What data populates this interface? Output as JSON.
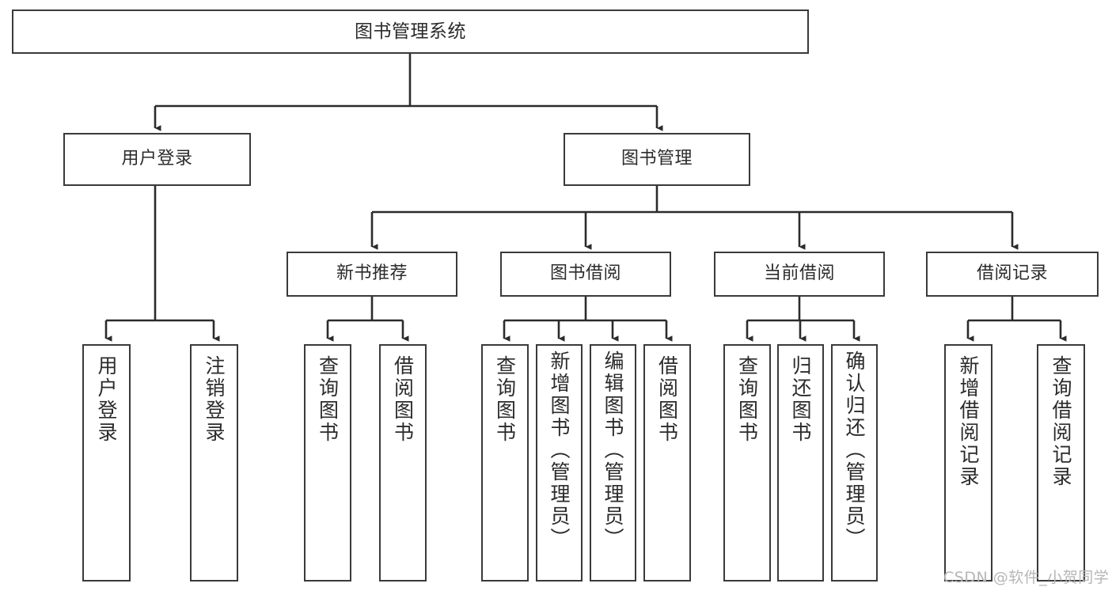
{
  "diagram": {
    "type": "tree",
    "title": "图书管理系统",
    "orientation": "top-down",
    "colors": {
      "background": "#ffffff",
      "box_border": "#3a3a3a",
      "box_fill": "#ffffff",
      "text": "#2b2b2b",
      "connector": "#2b2b2b",
      "watermark": "#b6b6b6"
    },
    "root": {
      "label": "图书管理系统"
    },
    "level2": [
      {
        "label": "用户登录"
      },
      {
        "label": "图书管理"
      }
    ],
    "level3": [
      {
        "label": "新书推荐"
      },
      {
        "label": "图书借阅"
      },
      {
        "label": "当前借阅"
      },
      {
        "label": "借阅记录"
      }
    ],
    "leaves": [
      {
        "label": "用户登录",
        "parent": "用户登录"
      },
      {
        "label": "注销登录",
        "parent": "用户登录"
      },
      {
        "label": "查询图书",
        "parent": "新书推荐"
      },
      {
        "label": "借阅图书",
        "parent": "新书推荐"
      },
      {
        "label": "查询图书",
        "parent": "图书借阅"
      },
      {
        "label": "新增图书（管理员）",
        "parent": "图书借阅"
      },
      {
        "label": "编辑图书（管理员）",
        "parent": "图书借阅"
      },
      {
        "label": "借阅图书",
        "parent": "图书借阅"
      },
      {
        "label": "查询图书",
        "parent": "当前借阅"
      },
      {
        "label": "归还图书",
        "parent": "当前借阅"
      },
      {
        "label": "确认归还（管理员）",
        "parent": "当前借阅"
      },
      {
        "label": "新增借阅记录",
        "parent": "借阅记录"
      },
      {
        "label": "查询借阅记录",
        "parent": "借阅记录"
      }
    ]
  },
  "watermark": {
    "text": "CSDN @软件_小贺同学"
  }
}
